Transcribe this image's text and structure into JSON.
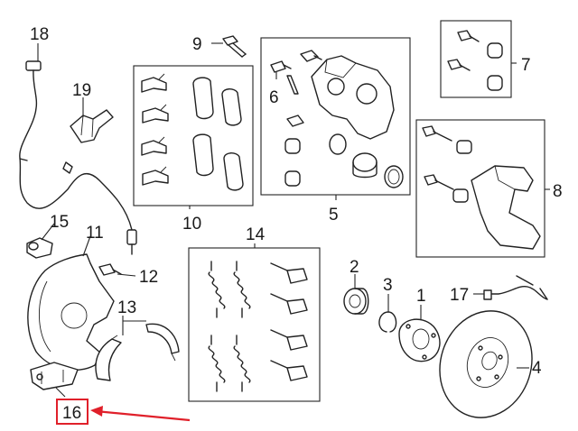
{
  "diagram": {
    "callouts": [
      "18",
      "9",
      "19",
      "6",
      "7",
      "10",
      "5",
      "8",
      "15",
      "11",
      "14",
      "12",
      "2",
      "3",
      "1",
      "17",
      "13",
      "4",
      "16"
    ],
    "highlighted_callout": "16",
    "colors": {
      "line": "#222222",
      "highlight": "#e0202a",
      "background": "#ffffff"
    }
  }
}
